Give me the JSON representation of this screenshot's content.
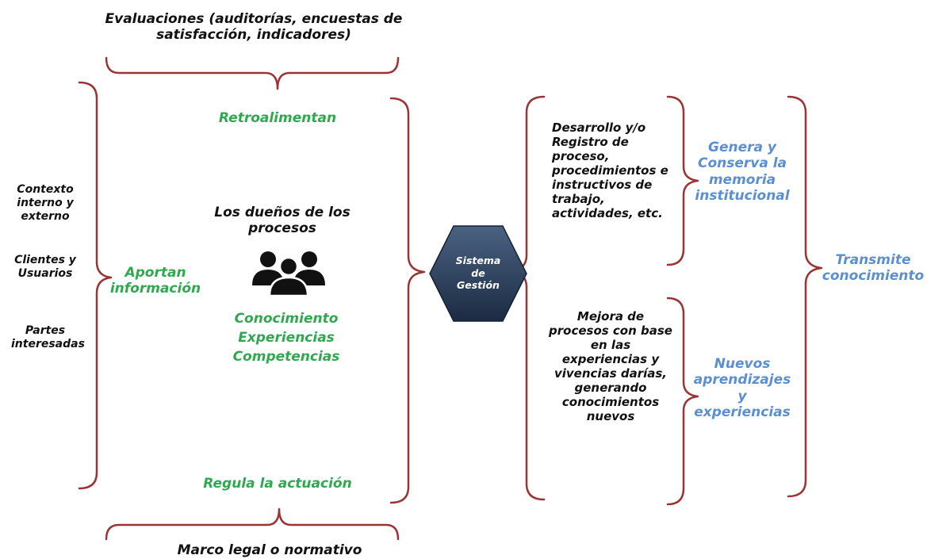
{
  "top": {
    "title": "Evaluaciones (auditorías, encuestas de satisfacción, indicadores)"
  },
  "bottom": {
    "title": "Marco legal o normativo"
  },
  "left": {
    "items": [
      "Contexto interno y externo",
      "Clientes y Usuarios",
      "Partes interesadas"
    ],
    "aportan": "Aportan información"
  },
  "center": {
    "retro": "Retroalimentan",
    "owners": "Los dueños de los procesos",
    "owners_icon": "people-group-icon",
    "knowledge": [
      "Conocimiento",
      "Experiencias",
      "Competencias"
    ],
    "regula": "Regula la actuación"
  },
  "hex": {
    "label": [
      "Sistema",
      "de",
      "Gestión"
    ],
    "color": "#2c3e5a"
  },
  "right": {
    "desarrollo": "Desarrollo y/o Registro de proceso, procedimientos e instructivos de trabajo, actividades, etc.",
    "mejora": "Mejora de procesos con base en las experiencias y vivencias darías, generando conocimientos nuevos",
    "genera": "Genera y Conserva la memoria institucional",
    "nuevos": "Nuevos aprendizajes y experiencias",
    "transmite": "Transmite conocimiento"
  },
  "colors": {
    "bracket": "#9b3535",
    "green": "#2fa84f",
    "blue": "#5b8fd0",
    "text": "#111111"
  }
}
